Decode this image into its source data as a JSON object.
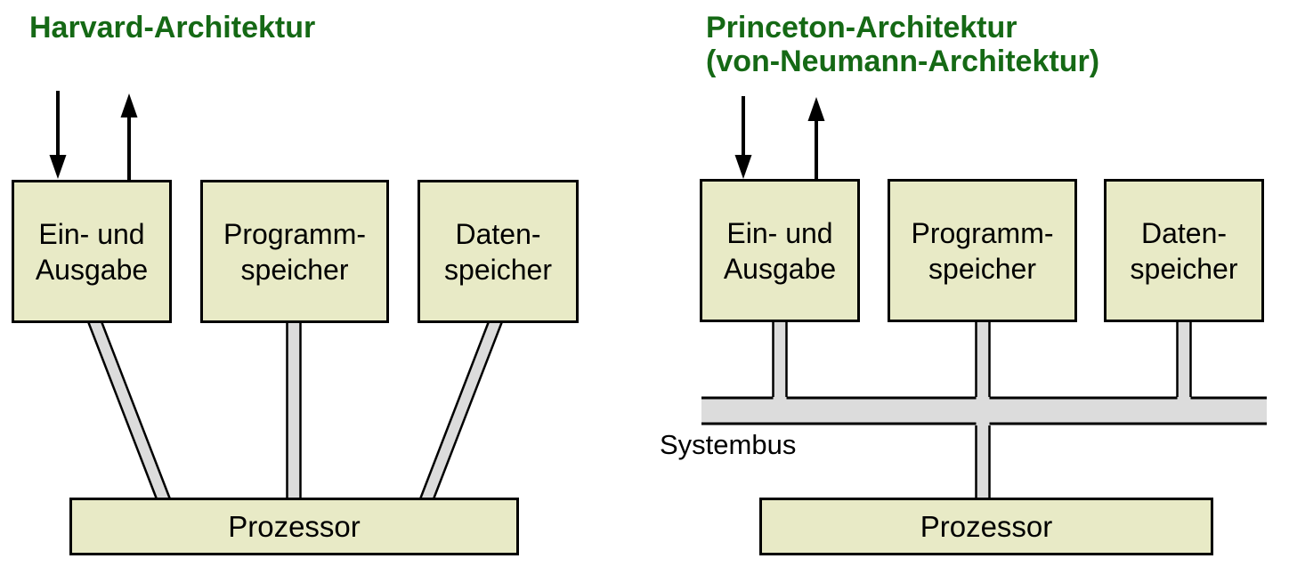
{
  "colors": {
    "title_green": "#156915",
    "box_fill": "#e8eac6",
    "connector_fill": "#dcdcdc",
    "outline_black": "#000000",
    "background": "#ffffff"
  },
  "left_diagram": {
    "title": "Harvard-Architektur",
    "boxes": [
      {
        "line1": "Ein- und",
        "line2": "Ausgabe"
      },
      {
        "line1": "Programm-",
        "line2": "speicher"
      },
      {
        "line1": "Daten-",
        "line2": "speicher"
      }
    ],
    "processor_label": "Prozessor",
    "io_arrows": [
      "input-arrow-down",
      "output-arrow-up"
    ],
    "connections": [
      "Ein- und Ausgabe — Prozessor (diagonal link)",
      "Programmspeicher — Prozessor (vertical link)",
      "Datenspeicher — Prozessor (diagonal link)"
    ]
  },
  "right_diagram": {
    "title_line1": "Princeton-Architektur",
    "title_line2": "(von-Neumann-Architektur)",
    "boxes": [
      {
        "line1": "Ein- und",
        "line2": "Ausgabe"
      },
      {
        "line1": "Programm-",
        "line2": "speicher"
      },
      {
        "line1": "Daten-",
        "line2": "speicher"
      }
    ],
    "bus_label": "Systembus",
    "processor_label": "Prozessor",
    "io_arrows": [
      "input-arrow-down",
      "output-arrow-up"
    ],
    "connections": [
      "Ein- und Ausgabe — Systembus",
      "Programmspeicher — Systembus",
      "Datenspeicher — Systembus",
      "Systembus — Prozessor"
    ]
  }
}
